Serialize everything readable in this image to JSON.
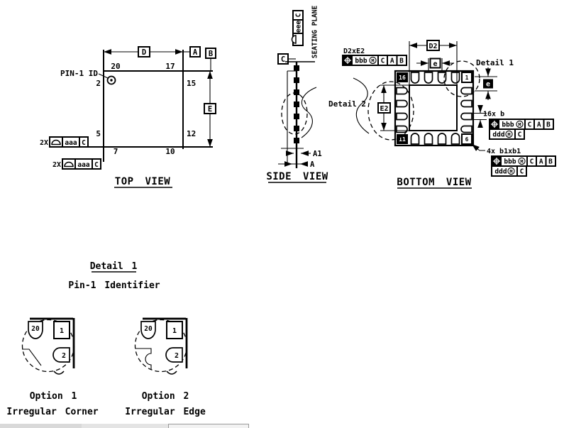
{
  "drawing": {
    "ink_color": "#000000",
    "bg_color": "#ffffff"
  },
  "icons": {
    "position_symbol": "crosshair-circle-in-black-box",
    "profile_of_surface_symbol": "semicircle-on-baseline",
    "pin1_marker": "circled-dot",
    "modifier_m": "circled-M"
  },
  "top_view": {
    "title": "TOP VIEW",
    "pin1_label": "PIN-1 ID",
    "dim_d": "D",
    "dim_e": "E",
    "datum_a": "A",
    "datum_b": "B",
    "pin_top_left": "20",
    "pin_top_right": "17",
    "pin_left_upper": "2",
    "pin_right_upper": "15",
    "pin_left_lower": "5",
    "pin_right_lower": "12",
    "pin_bottom_left": "7",
    "pin_bottom_right": "10",
    "fcf1_qty": "2X",
    "fcf1_tol": "aaa",
    "fcf1_datum": "C",
    "fcf2_qty": "2X",
    "fcf2_tol": "aaa",
    "fcf2_datum": "C"
  },
  "side_view": {
    "title": "SIDE VIEW",
    "seating_plane": "SEATING PLANE",
    "datum_c": "C",
    "fcf_tol": "eee",
    "fcf_datum": "C",
    "dim_a1": "A1",
    "dim_a": "A"
  },
  "bottom_view": {
    "title": "BOTTOM VIEW",
    "detail1_label": "Detail 1",
    "detail2_label": "Detail 2",
    "exposed_pad_label": "D2xE2",
    "dim_d2": "D2",
    "dim_e2": "E2",
    "pitch_top": "e",
    "pitch_right": "e",
    "pin_top_left": "16",
    "pin_top_right": "1",
    "pin_bottom_left": "11",
    "pin_bottom_right": "6",
    "lead_dim_label": "16x b",
    "corner_lead_label": "4x b1xb1",
    "fcf_pad": {
      "tol": "bbb",
      "mod": "M",
      "d1": "C",
      "d2": "A",
      "d3": "B"
    },
    "fcf_lead1": {
      "tol": "bbb",
      "mod": "M",
      "d1": "C",
      "d2": "A",
      "d3": "B"
    },
    "fcf_lead2": {
      "tol": "ddd",
      "mod": "M",
      "d1": "C"
    },
    "fcf_corner1": {
      "tol": "bbb",
      "mod": "M",
      "d1": "C",
      "d2": "A",
      "d3": "B"
    },
    "fcf_corner2": {
      "tol": "ddd",
      "mod": "M",
      "d1": "C"
    }
  },
  "detail1_section": {
    "title": "Detail 1",
    "subtitle": "Pin-1 Identifier",
    "option1_label": "Option 1",
    "option1_sublabel": "Irregular Corner",
    "option1_pin_top_left": "20",
    "option1_pin_top_right": "1",
    "option1_pin_second": "2",
    "option2_label": "Option 2",
    "option2_sublabel": "Irregular Edge",
    "option2_pin_top_left": "20",
    "option2_pin_top_right": "1",
    "option2_pin_second": "2"
  }
}
